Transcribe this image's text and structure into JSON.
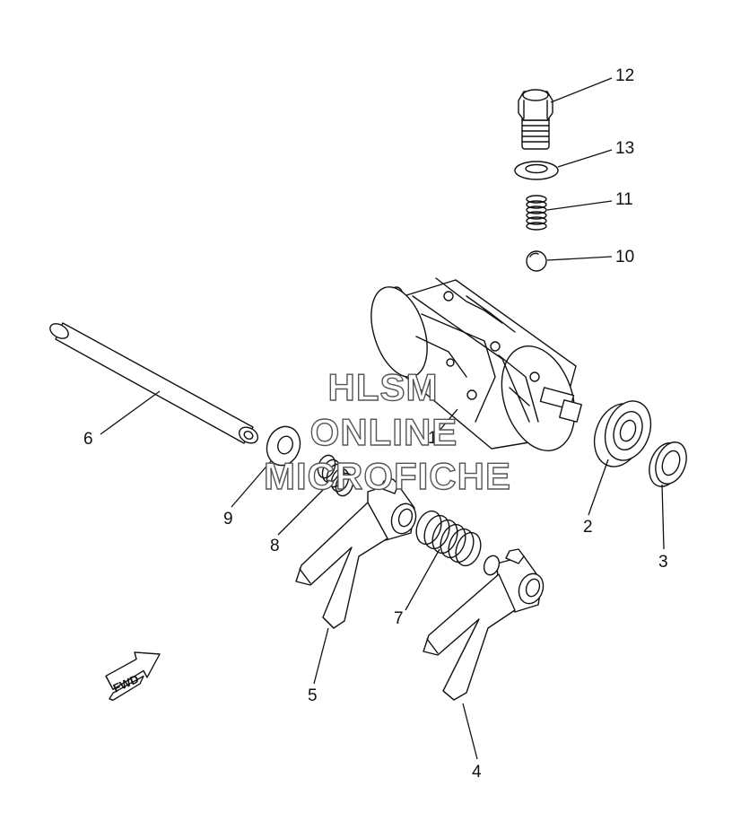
{
  "watermark": {
    "line1": "HLSM",
    "line2": "ONLINE",
    "line3": "MICROFICHE"
  },
  "direction_badge": "FWD",
  "callouts": {
    "c1": "1",
    "c2": "2",
    "c3": "3",
    "c4": "4",
    "c5": "5",
    "c6": "6",
    "c7": "7",
    "c8": "8",
    "c9": "9",
    "c10": "10",
    "c11": "11",
    "c12": "12",
    "c13": "13"
  },
  "colors": {
    "line": "#111111",
    "watermark_outline": "#555555",
    "background": "#ffffff"
  }
}
